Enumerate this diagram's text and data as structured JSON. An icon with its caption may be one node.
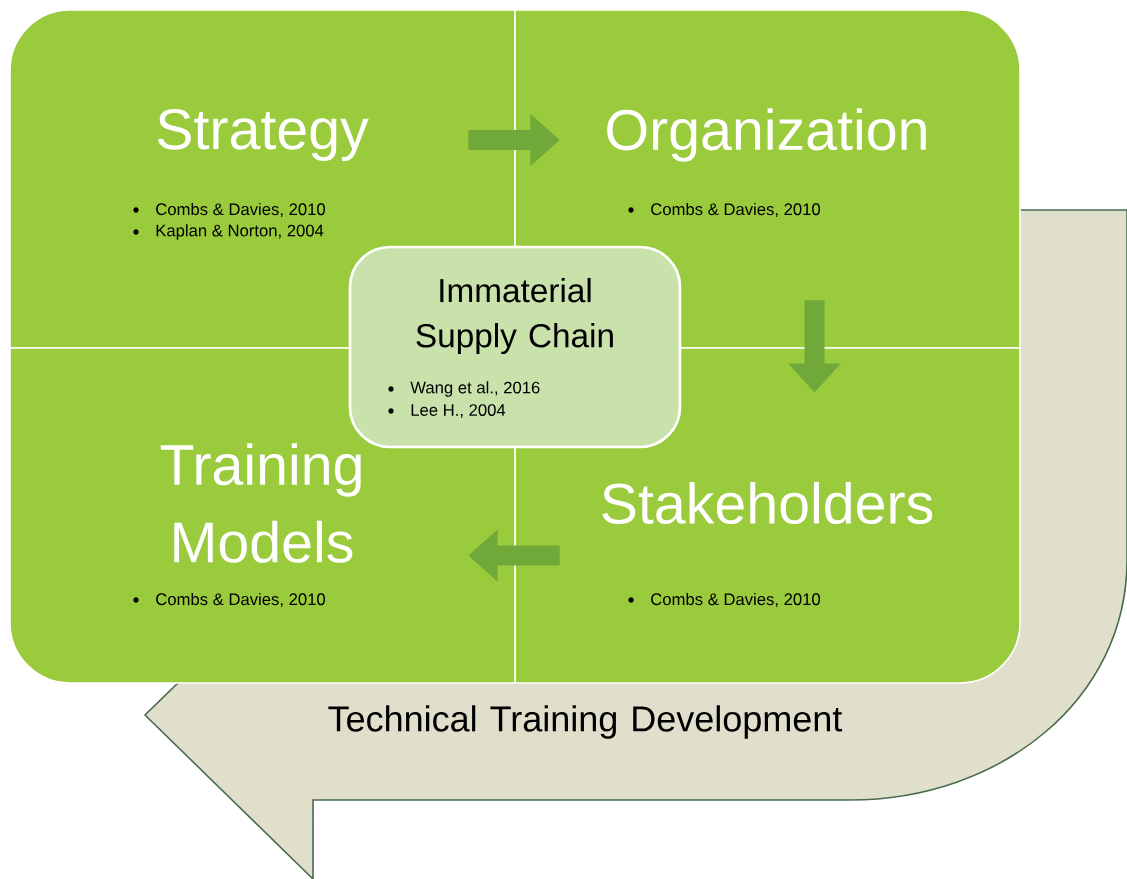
{
  "diagram": {
    "nodes": [
      {
        "text": [
          "Strategy",
          "Combs & Davies, 2010",
          "Kaplan & Norton, 2004"
        ]
      },
      {
        "text": [
          "Organization",
          "Combs & Davies, 2010"
        ]
      },
      {
        "text": [
          "Stakeholders",
          "Combs & Davies, 2010"
        ]
      },
      {
        "text": [
          "Training Models",
          "Combs & Davies, 2010"
        ]
      },
      {
        "text": [
          "Immaterial Supply Chain",
          "Wang et al., 2016",
          "Lee H., 2004"
        ]
      },
      {
        "text": [
          "Technical Training Development"
        ]
      }
    ],
    "edges": [
      {
        "from": 0,
        "to": 1,
        "arrow": "to"
      },
      {
        "from": 1,
        "to": 2,
        "arrow": "to"
      },
      {
        "from": 2,
        "to": 3,
        "arrow": "to"
      }
    ]
  }
}
